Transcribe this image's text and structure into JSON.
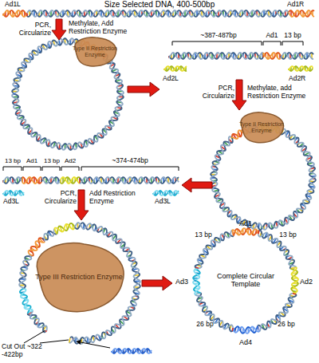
{
  "diagram": {
    "nodes": [
      {
        "text": [
          "Type II Restriction Enzyme"
        ]
      },
      {
        "text": [
          "Type II Restriction Enzyme"
        ]
      },
      {
        "text": [
          "Type III Restriction Enzyme"
        ]
      },
      {
        "text": [
          "Complete Circular Template"
        ]
      }
    ],
    "labels": [
      "Ad1L",
      "Size Selected DNA, 400-500bp",
      "Ad1R",
      "PCR, Circularize",
      "Methylate, Add Restriction Enzyme",
      "~387-487bp",
      "Ad1",
      "13 bp",
      "Ad2L",
      "Ad2R",
      "PCR, Circularize",
      "Methylate, add Restriction Enzyme",
      "13 bp",
      "Ad1",
      "13 bp",
      "Ad2",
      "~374-474bp",
      "Ad3L",
      "Ad3L",
      "PCR, Circularize",
      "Add Restriction Enzyme",
      "Cut Out ~322 -422bp",
      "13 bp",
      "Ad1",
      "13 bp",
      "Ad3",
      "Ad2",
      "26 bp",
      "26 bp",
      "Ad4"
    ]
  }
}
